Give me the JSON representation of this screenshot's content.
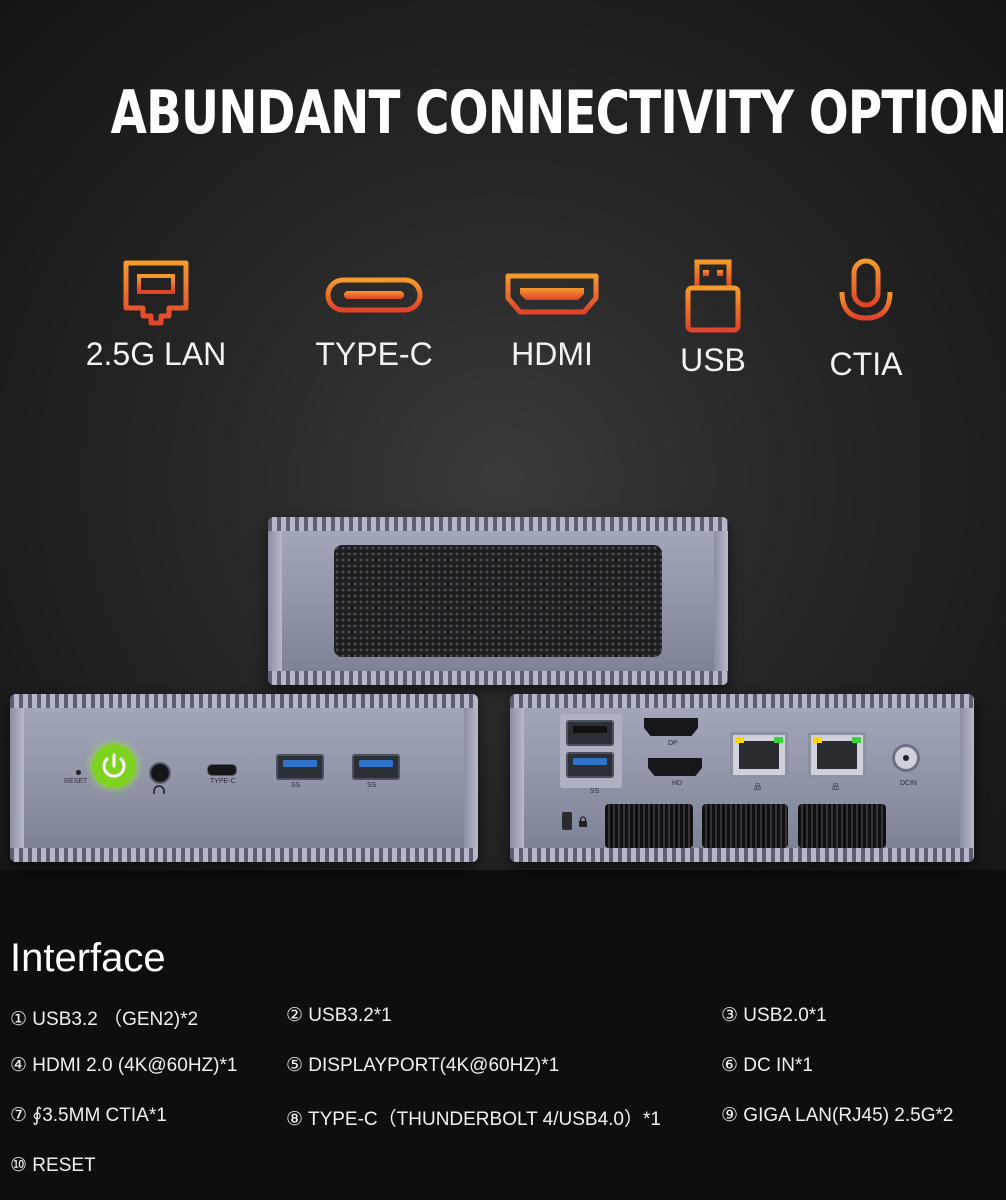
{
  "headline": "ABUNDANT CONNECTIVITY OPTIONS",
  "port_types": [
    {
      "label": "2.5G LAN",
      "icon": "ethernet-port-icon"
    },
    {
      "label": "TYPE-C",
      "icon": "usb-c-port-icon"
    },
    {
      "label": "HDMI",
      "icon": "hdmi-port-icon"
    },
    {
      "label": "USB",
      "icon": "usb-plug-icon"
    },
    {
      "label": "CTIA",
      "icon": "microphone-icon"
    }
  ],
  "front_panel": {
    "reset_label": "RESET",
    "typec_label": "TYPE-C",
    "ss_label": "SS",
    "power_icon": "power-icon",
    "headphone_icon": "headphone-icon"
  },
  "rear_panel": {
    "dcin_label": "DCIN",
    "lan_label": "品",
    "ss_label": "SS",
    "dp_label": "DP",
    "hdmi_label": "HD",
    "lock_icon": "lock-icon"
  },
  "interface": {
    "title": "Interface",
    "specs": [
      "① USB3.2 （GEN2)*2",
      "② USB3.2*1",
      "③ USB2.0*1",
      "④ HDMI 2.0 (4K@60HZ)*1",
      "⑤ DISPLAYPORT(4K@60HZ)*1",
      "⑥ DC IN*1",
      "⑦ ∮3.5MM CTIA*1",
      "⑧ TYPE-C（THUNDERBOLT 4/USB4.0）*1",
      "⑨ GIGA LAN(RJ45) 2.5G*2",
      "⑩ RESET"
    ]
  },
  "colors": {
    "icon_gradient_top": "#f28a2a",
    "icon_gradient_bottom": "#e0452a",
    "power_button": "#7ed321",
    "usb3_blue": "#2f72c8"
  }
}
